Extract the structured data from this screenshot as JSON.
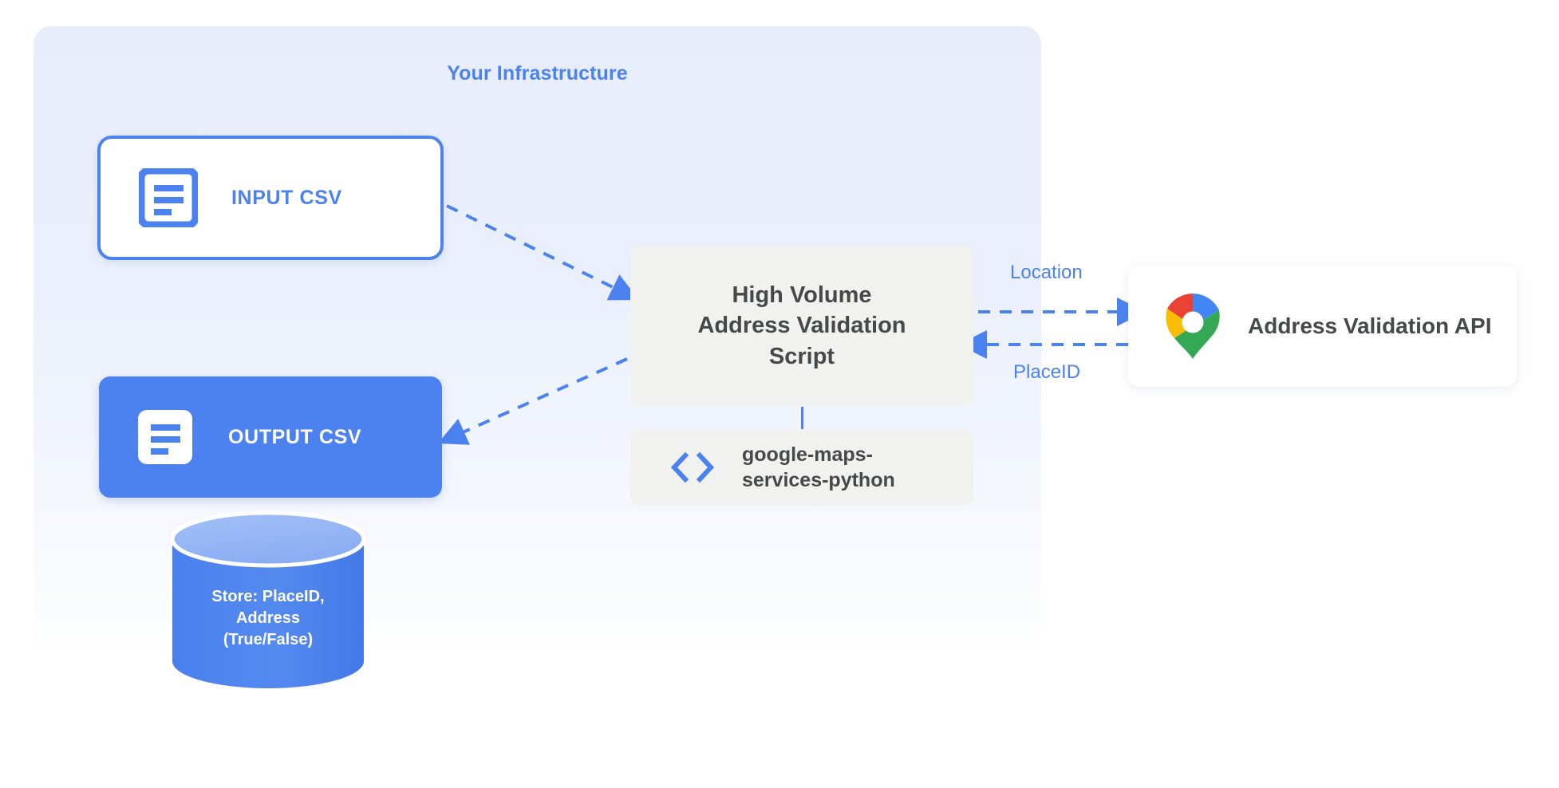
{
  "panel": {
    "title": "Your Infrastructure",
    "accent": "#4c82ef",
    "bg": "#e7edfb"
  },
  "nodes": {
    "input_csv": {
      "label": "INPUT CSV",
      "icon": "document-icon",
      "fill": "#ffffff",
      "border": "#4c82ef"
    },
    "output_csv": {
      "label": "OUTPUT CSV",
      "icon": "document-icon",
      "fill": "#4c82ef",
      "text": "#ffffff"
    },
    "script": {
      "label": "High Volume\nAddress Validation\nScript",
      "fill": "#f1f1f0"
    },
    "library": {
      "label": "google-maps-\nservices-python",
      "icon": "code-icon",
      "fill": "#f1f1f0"
    },
    "api": {
      "label": "Address Validation API",
      "icon": "google-maps-pin-icon",
      "fill": "#ffffff"
    },
    "database": {
      "label": "Store: PlaceID,\nAddress\n(True/False)",
      "fill": "#4c82ef",
      "top_fill": "#8eb0f3"
    }
  },
  "edges": {
    "location": "Location",
    "placeid": "PlaceID"
  }
}
